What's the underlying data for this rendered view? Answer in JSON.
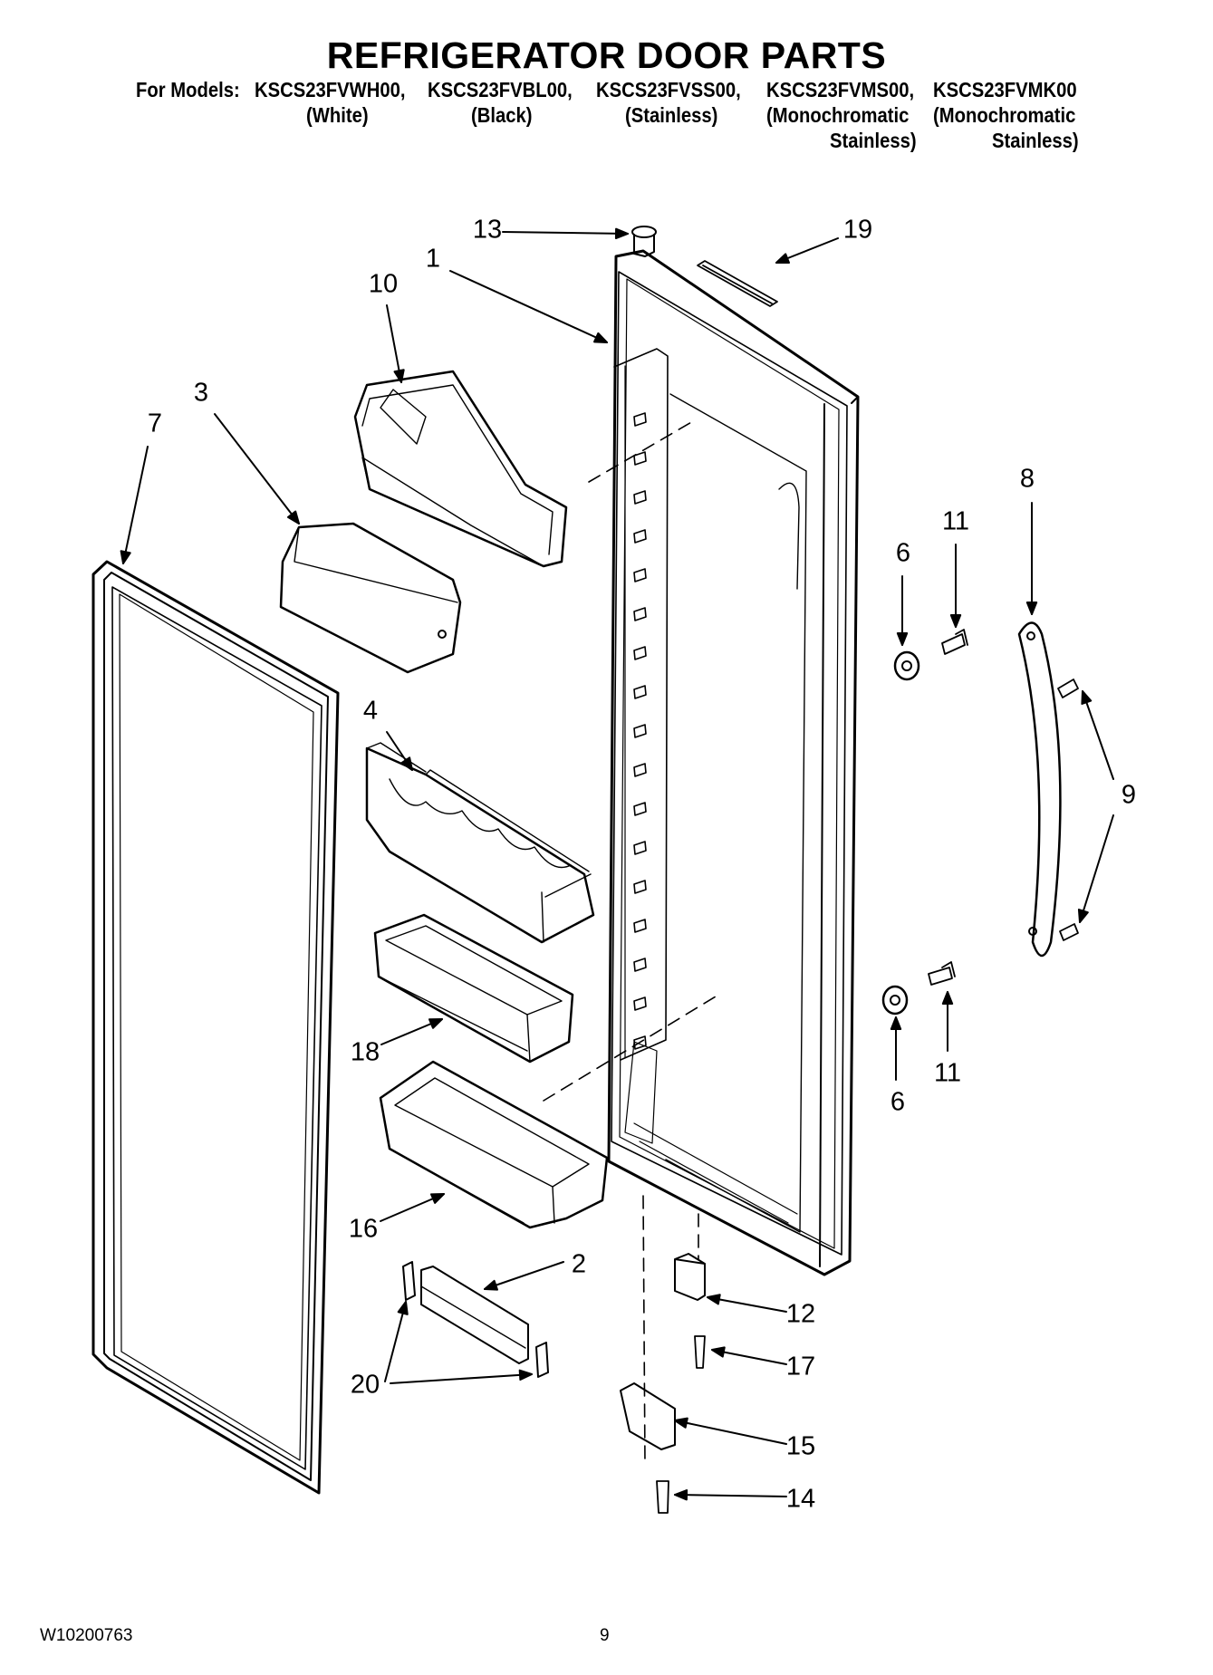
{
  "title": "REFRIGERATOR DOOR PARTS",
  "models": {
    "prefix": "For Models:",
    "list": [
      "KSCS23FVWH00,",
      "KSCS23FVBL00,",
      "KSCS23FVSS00,",
      "KSCS23FVMS00,",
      "KSCS23FVMK00"
    ],
    "colors": [
      "(White)",
      "(Black)",
      "(Stainless)",
      "(Monochromatic",
      "(Monochromatic"
    ],
    "colors_line2": [
      "Stainless)",
      "Stainless)"
    ]
  },
  "callouts": [
    "13",
    "19",
    "1",
    "10",
    "3",
    "7",
    "8",
    "11",
    "6",
    "9",
    "4",
    "18",
    "6",
    "11",
    "16",
    "2",
    "12",
    "17",
    "20",
    "15",
    "14"
  ],
  "footer": {
    "doc_number": "W10200763",
    "page_number": "9"
  }
}
